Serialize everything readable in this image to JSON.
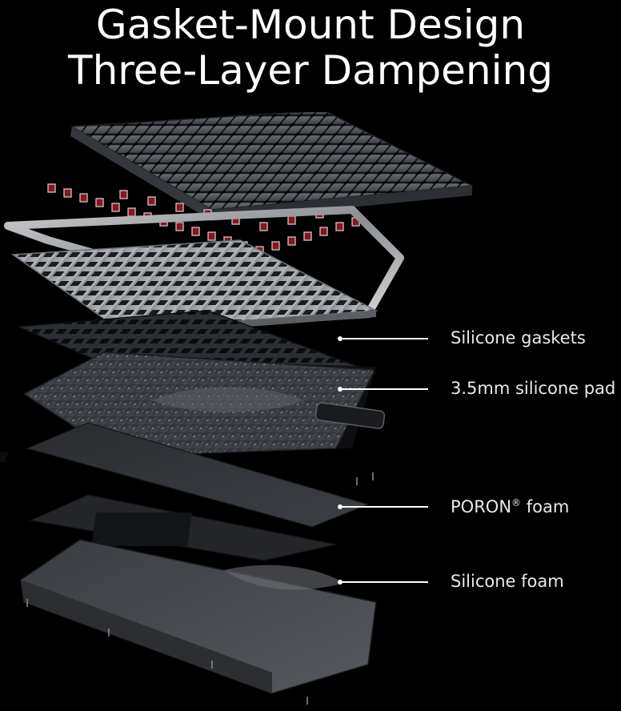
{
  "heading": {
    "line1": "Gasket-Mount Design",
    "line2": "Three-Layer Dampening"
  },
  "callouts": [
    {
      "label": "Silicone gaskets"
    },
    {
      "label": "3.5mm silicone pad"
    },
    {
      "label": "PORON",
      "mark": "®",
      "suffix": " foam"
    },
    {
      "label": "Silicone foam"
    }
  ],
  "colors": {
    "background": "#000000",
    "switch_stem": "#8b1420",
    "leader_line": "#ffffff"
  }
}
